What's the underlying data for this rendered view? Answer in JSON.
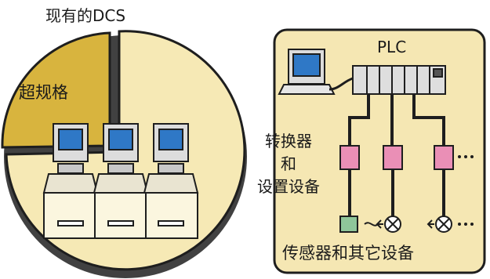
{
  "left_panel": {
    "title": "现有的DCS",
    "wedge_label": "超规格"
  },
  "right_panel": {
    "plc_label": "PLC",
    "converter_label": [
      "转换器",
      "和",
      "设置设备"
    ],
    "devices_label": "传感器和其它设备"
  },
  "colors": {
    "pie_fill": "#f6e9b5",
    "wedge_fill": "#d8b43e",
    "panel_fill": "#f5e7b3",
    "converter_fill": "#ea8fb6",
    "sensor_fill": "#8fc69a",
    "outline": "#1e1e1e"
  }
}
